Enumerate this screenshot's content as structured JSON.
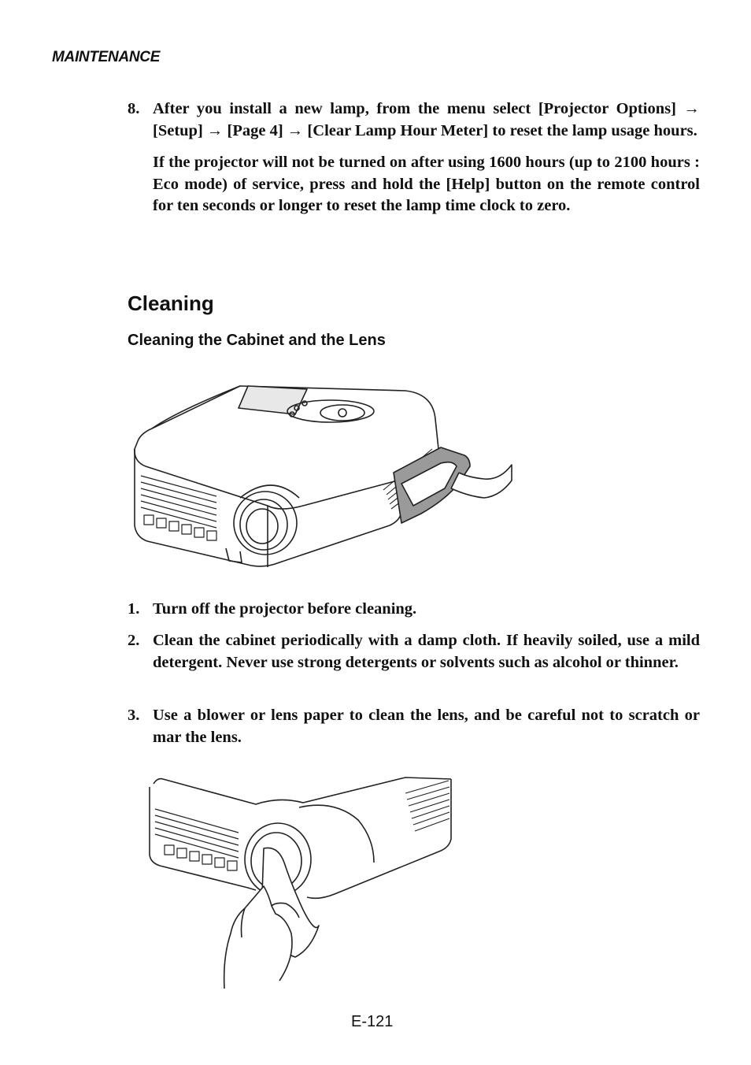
{
  "header": {
    "section": "MAINTENANCE"
  },
  "step8": {
    "number": "8.",
    "text": "After you install a new lamp, from the menu select [Projector Options] → [Setup] → [Page 4] → [Clear Lamp Hour Meter] to reset the lamp usage hours.",
    "note": "If the projector will not be turned on after using 1600 hours (up to 2100 hours : Eco mode) of service, press and hold the [Help] button on the remote control for ten seconds or longer to reset the lamp time clock to zero."
  },
  "cleaning": {
    "title": "Cleaning",
    "subtitle": "Cleaning the Cabinet and the Lens",
    "steps": [
      {
        "number": "1.",
        "text": "Turn off the projector before cleaning."
      },
      {
        "number": "2.",
        "text": "Clean the cabinet periodically with a damp cloth. If heavily soiled, use a mild detergent. Never use strong detergents or solvents such as alcohol or thinner."
      },
      {
        "number": "3.",
        "text": "Use a blower or lens paper to clean the lens, and be careful not to scratch or mar the lens."
      }
    ]
  },
  "footer": {
    "page_number": "E-121"
  }
}
